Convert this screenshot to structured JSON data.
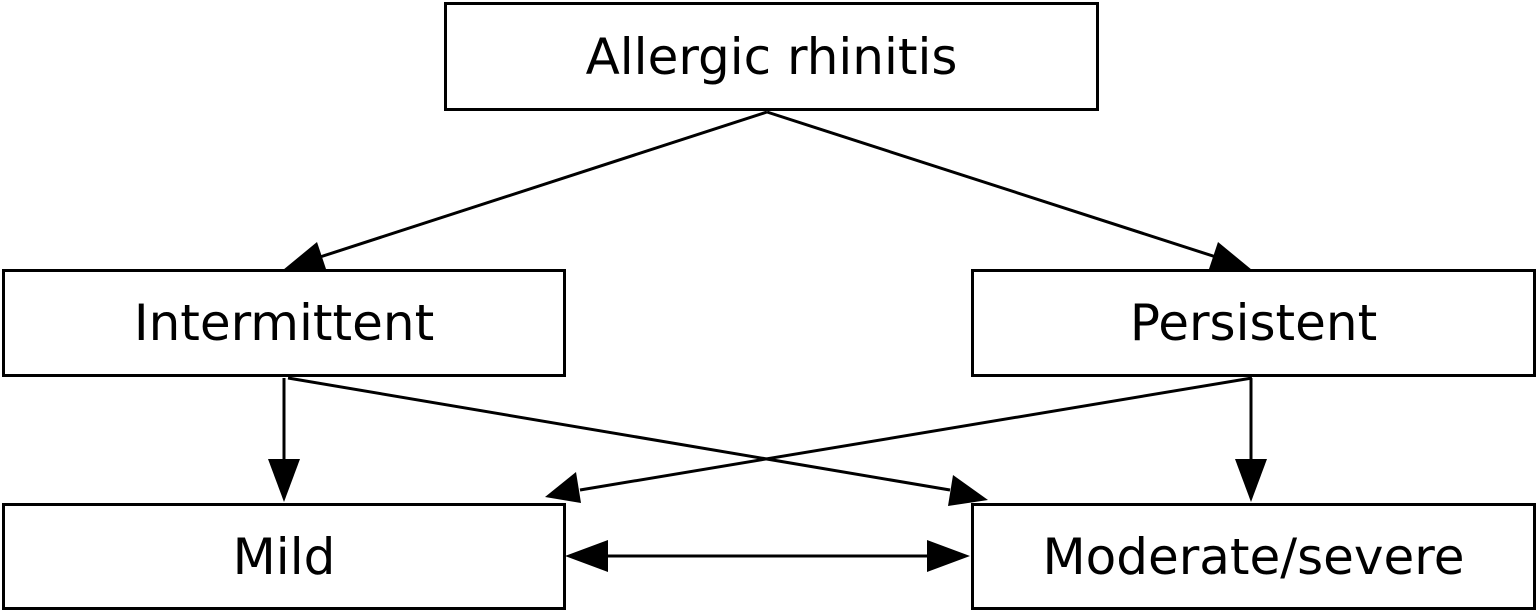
{
  "diagram": {
    "nodes": {
      "root": "Allergic rhinitis",
      "intermittent": "Intermittent",
      "persistent": "Persistent",
      "mild": "Mild",
      "moderate_severe": "Moderate/severe"
    },
    "edges": [
      {
        "from": "Allergic rhinitis",
        "to": "Intermittent"
      },
      {
        "from": "Allergic rhinitis",
        "to": "Persistent"
      },
      {
        "from": "Intermittent",
        "to": "Mild"
      },
      {
        "from": "Intermittent",
        "to": "Moderate/severe"
      },
      {
        "from": "Persistent",
        "to": "Mild"
      },
      {
        "from": "Persistent",
        "to": "Moderate/severe"
      },
      {
        "from": "Mild",
        "to": "Moderate/severe",
        "bidirectional": true
      }
    ],
    "colors": {
      "line": "#000000",
      "box_border": "#000000",
      "background": "#ffffff"
    }
  }
}
